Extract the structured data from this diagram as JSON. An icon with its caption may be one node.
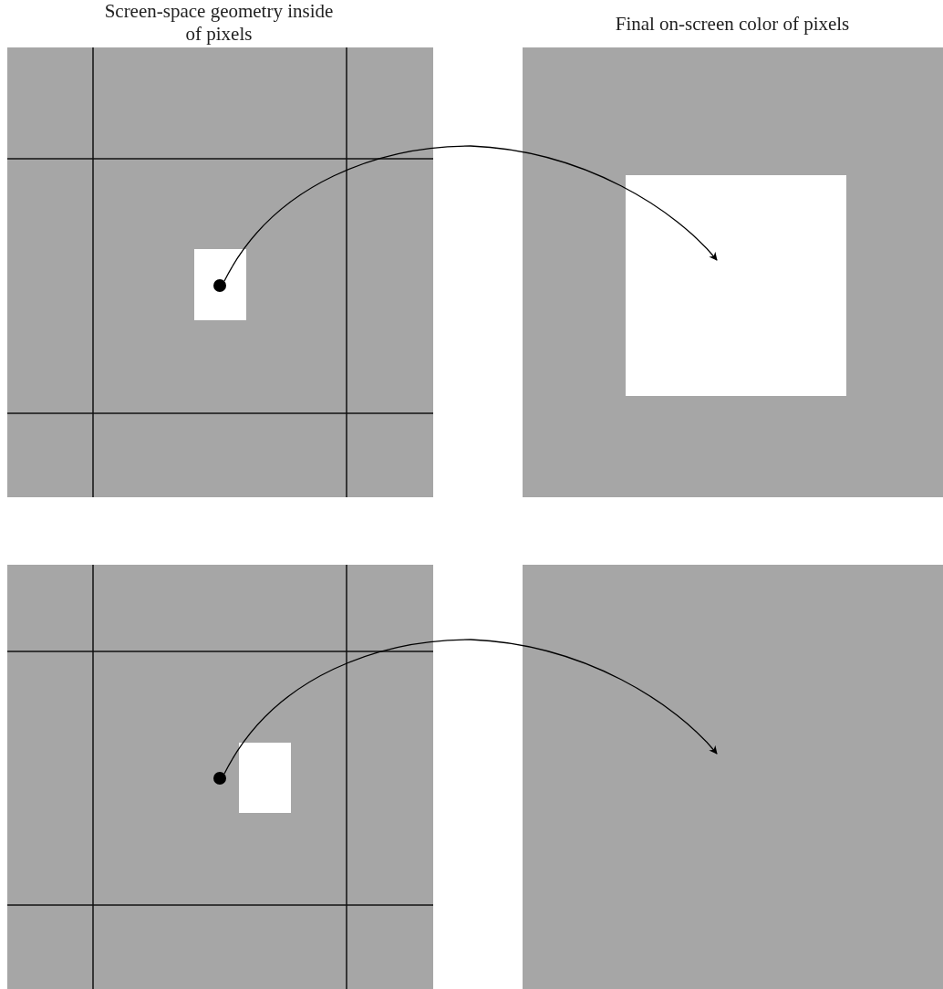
{
  "diagram": {
    "nodes": [
      {
        "text": [],
        "shape": "circle"
      },
      {
        "text": [],
        "shape": "box"
      },
      {
        "text": [],
        "shape": "circle"
      },
      {
        "text": [],
        "shape": "box"
      }
    ],
    "edges": [
      {
        "from": 0,
        "to": 1,
        "arrow": "to"
      },
      {
        "from": 2,
        "to": 3,
        "arrow": "to"
      }
    ],
    "labels": [
      "Screen-space geometry inside of pixels",
      "Final on-screen color of pixels"
    ]
  }
}
